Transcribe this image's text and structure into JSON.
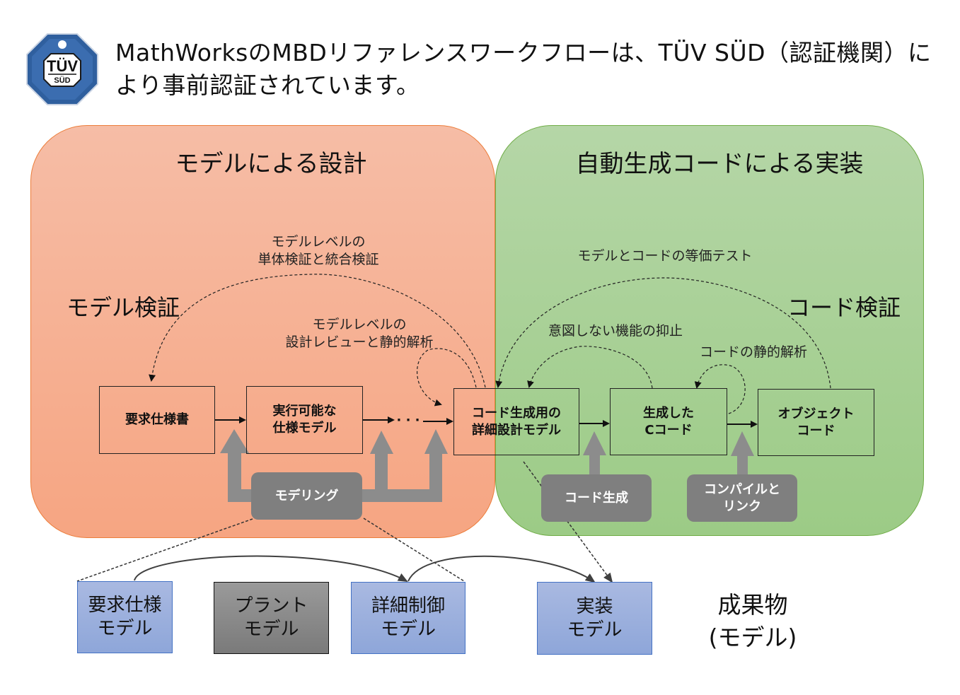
{
  "header": {
    "logo": {
      "icon": "tuv-sud-certification-logo-icon",
      "brand": "TÜV",
      "sub": "SÜD"
    },
    "headline": "MathWorksのMBDリファレンスワークフローは、TÜV SÜD（認証機関）により事前認証されています。"
  },
  "panels": {
    "design": {
      "title": "モデルによる設計",
      "section_label": "モデル検証",
      "color": "#f6a582",
      "border": "#ec7d3a"
    },
    "implementation": {
      "title": "自動生成コードによる実装",
      "section_label": "コード検証",
      "color": "#9ccb86",
      "border": "#70ad47"
    }
  },
  "notes": {
    "unit_integration": [
      "モデルレベルの",
      "単体検証と統合検証"
    ],
    "design_review": [
      "モデルレベルの",
      "設計レビューと静的解析"
    ],
    "equivalence_test": "モデルとコードの等価テスト",
    "unintended_function": "意図しない機能の抑止",
    "code_static_analysis": "コードの静的解析"
  },
  "process": {
    "ellipsis": "· · ·",
    "boxes": [
      {
        "id": "req",
        "lines": [
          "要求仕様書"
        ]
      },
      {
        "id": "exec",
        "lines": [
          "実行可能な",
          "仕様モデル"
        ]
      },
      {
        "id": "detail",
        "lines": [
          "コード生成用の",
          "詳細設計モデル"
        ]
      },
      {
        "id": "gen",
        "lines": [
          "生成した",
          "Cコード"
        ]
      },
      {
        "id": "obj",
        "lines": [
          "オブジェクト",
          "コード"
        ]
      }
    ]
  },
  "actions": {
    "modeling": [
      "モデリング"
    ],
    "codegen": [
      "コード生成"
    ],
    "compile": [
      "コンパイルと",
      "リンク"
    ],
    "color": "#7f7f7f"
  },
  "artifacts": {
    "label": [
      "成果物",
      "(モデル)"
    ],
    "items": [
      {
        "id": "req",
        "lines": [
          "要求仕様",
          "モデル"
        ],
        "style": "blue"
      },
      {
        "id": "plant",
        "lines": [
          "プラント",
          "モデル"
        ],
        "style": "gray"
      },
      {
        "id": "detail",
        "lines": [
          "詳細制御",
          "モデル"
        ],
        "style": "blue"
      },
      {
        "id": "impl",
        "lines": [
          "実装",
          "モデル"
        ],
        "style": "blue"
      }
    ]
  }
}
